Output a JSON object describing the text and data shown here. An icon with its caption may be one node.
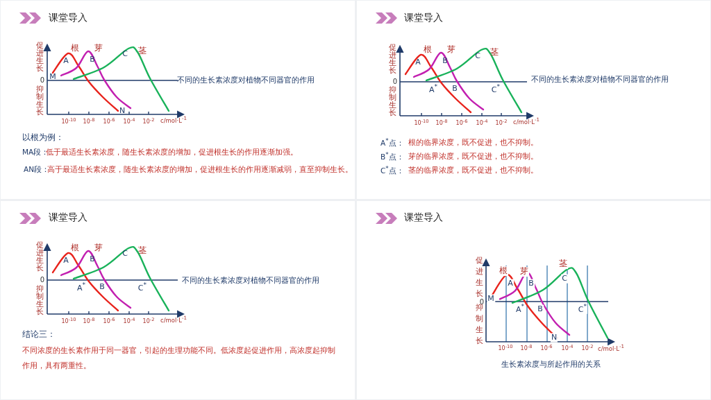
{
  "diagram": {
    "labels": [
      "课堂导入",
      "促进生长",
      "0",
      "抑制生长",
      "根",
      "芽",
      "茎",
      "A",
      "B",
      "C",
      "M",
      "N",
      "10$^{-10}$",
      "10$^{-8}$",
      "10$^{-6}$",
      "10$^{-4}$",
      "10$^{-2}$",
      "c/mol·L$^{-1}$",
      "不同的生长素浓度对植物不同器官的作用",
      "以根为例：",
      "MA段：",
      "低于最适生长素浓度，随生长素浓度的增加，促进根生长的作用逐渐加强。",
      "AN段：",
      "高于最适生长素浓度，随生长素浓度的增加，促进根生长的作用逐渐减弱，直至抑制生长。",
      "课堂导入",
      "促进生长",
      "0",
      "抑制生长",
      "根",
      "芽",
      "茎",
      "A",
      "B",
      "C",
      "A$^{*}$",
      "B",
      "C$^{*}$",
      "10$^{-10}$",
      "10$^{-8}$",
      "10$^{-6}$",
      "10$^{-4}$",
      "10$^{-2}$",
      "c/mol·L$^{-1}$",
      "不同的生长素浓度对植物不同器官的作用",
      "A$^{*}$点：",
      "根的临界浓度，既不促进，也不抑制。",
      "B$^{*}$点：",
      "芽的临界浓度，既不促进，也不抑制。",
      "C$^{*}$点：",
      "茎的临界浓度，既不促进，也不抑制。",
      "课堂导入",
      "促进生长",
      "0",
      "抑制生长",
      "根",
      "芽",
      "茎",
      "A",
      "B",
      "C",
      "A$^{*}$",
      "B",
      "C$^{*}$",
      "10$^{-10}$",
      "10$^{-8}$",
      "10$^{-6}$",
      "10$^{-4}$",
      "10$^{-2}$",
      "c/mol·L$^{-1}$",
      "不同的生长素浓度对植物不同器官的作用",
      "结论三：",
      "不同浓度的生长素作用于同一器官，引起的生理功能不同。低浓度起促进作用，高浓度起抑制作用，具有两重性。",
      "课堂导入",
      "促进生长",
      "0",
      "抑制生长",
      "根",
      "芽",
      "茎",
      "A",
      "B",
      "C",
      "M",
      "A$^{*}$",
      "B",
      "C$^{*}$",
      "N",
      "10$^{-10}$",
      "10$^{-8}$",
      "10$^{-6}$",
      "10$^{-4}$",
      "10$^{-2}$",
      "c/mol·L$^{-1}$",
      "生长素浓度与所起作用的关系"
    ]
  }
}
